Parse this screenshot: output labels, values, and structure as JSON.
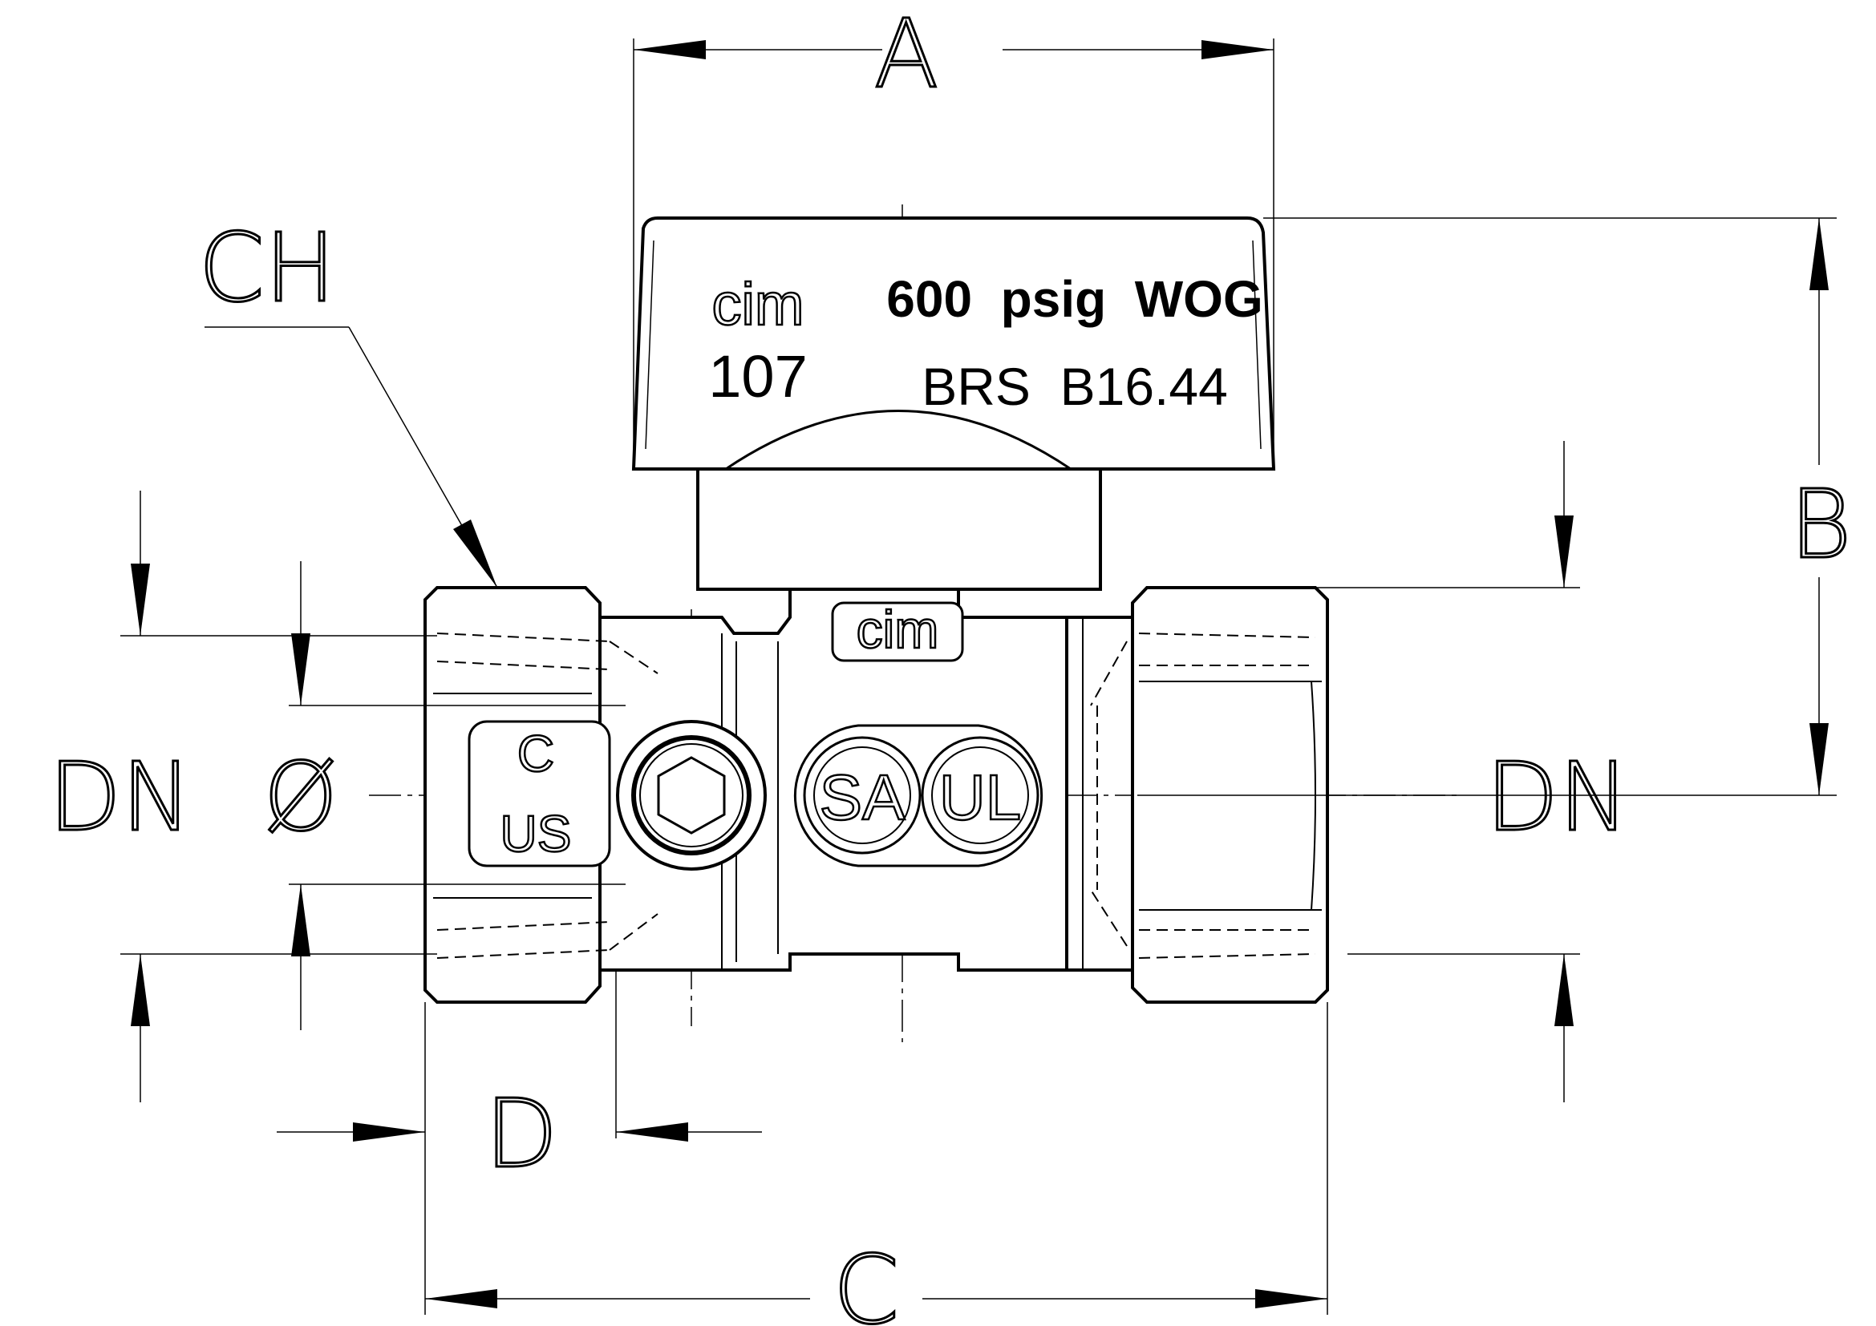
{
  "dimensions": {
    "a": "A",
    "b": "B",
    "c": "C",
    "d": "D",
    "ch": "CH",
    "dn_left": "DN",
    "dn_right": "DN",
    "phi": "Ø"
  },
  "handle_marking": {
    "brand": "cim",
    "model": "107",
    "pressure": "600  psig  WOG",
    "standard": "BRS  B16.44"
  },
  "body_marking": {
    "brand": "cim",
    "cert_c": "C",
    "cert_us": "US",
    "csa": "SA",
    "ul": "UL"
  }
}
